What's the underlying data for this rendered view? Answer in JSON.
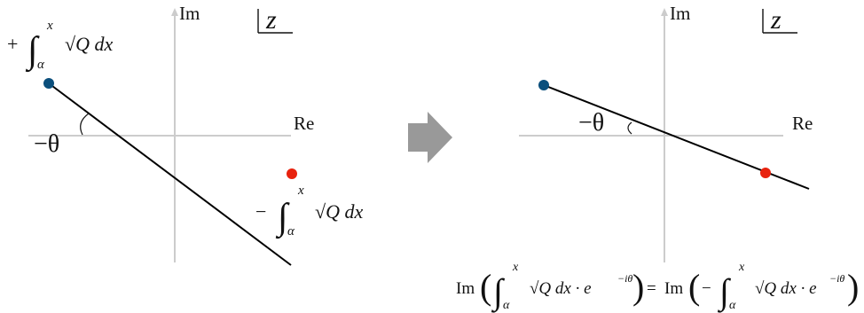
{
  "colors": {
    "axis": "#cccccc",
    "line": "#000000",
    "start_point": "#0b4f7c",
    "end_point": "#e8220e",
    "arrow": "#999999"
  },
  "left_panel": {
    "axis_im_label": "Im",
    "axis_re_label": "Re",
    "plane_label": "z",
    "angle_label": "−θ",
    "start_point_label": {
      "sign": "+",
      "integral": "∫",
      "upper_limit": "x",
      "lower_limit": "α",
      "integrand": "√Q dx"
    },
    "end_point_label": {
      "sign": "−",
      "integral": "∫",
      "upper_limit": "x",
      "lower_limit": "α",
      "integrand": "√Q dx"
    }
  },
  "transition_arrow": "arrow-right-icon",
  "right_panel": {
    "axis_im_label": "Im",
    "axis_re_label": "Re",
    "plane_label": "z",
    "angle_label": "−θ",
    "equation": {
      "lhs_op": "Im",
      "lhs_integral": "∫",
      "lhs_upper": "x",
      "lhs_lower": "α",
      "lhs_integrand": "√Q dx · e",
      "lhs_exponent": "−iθ",
      "equals": "=",
      "rhs_op": "Im",
      "rhs_sign": "−",
      "rhs_integral": "∫",
      "rhs_upper": "x",
      "rhs_lower": "α",
      "rhs_integrand": "√Q dx · e",
      "rhs_exponent": "−iθ"
    }
  }
}
